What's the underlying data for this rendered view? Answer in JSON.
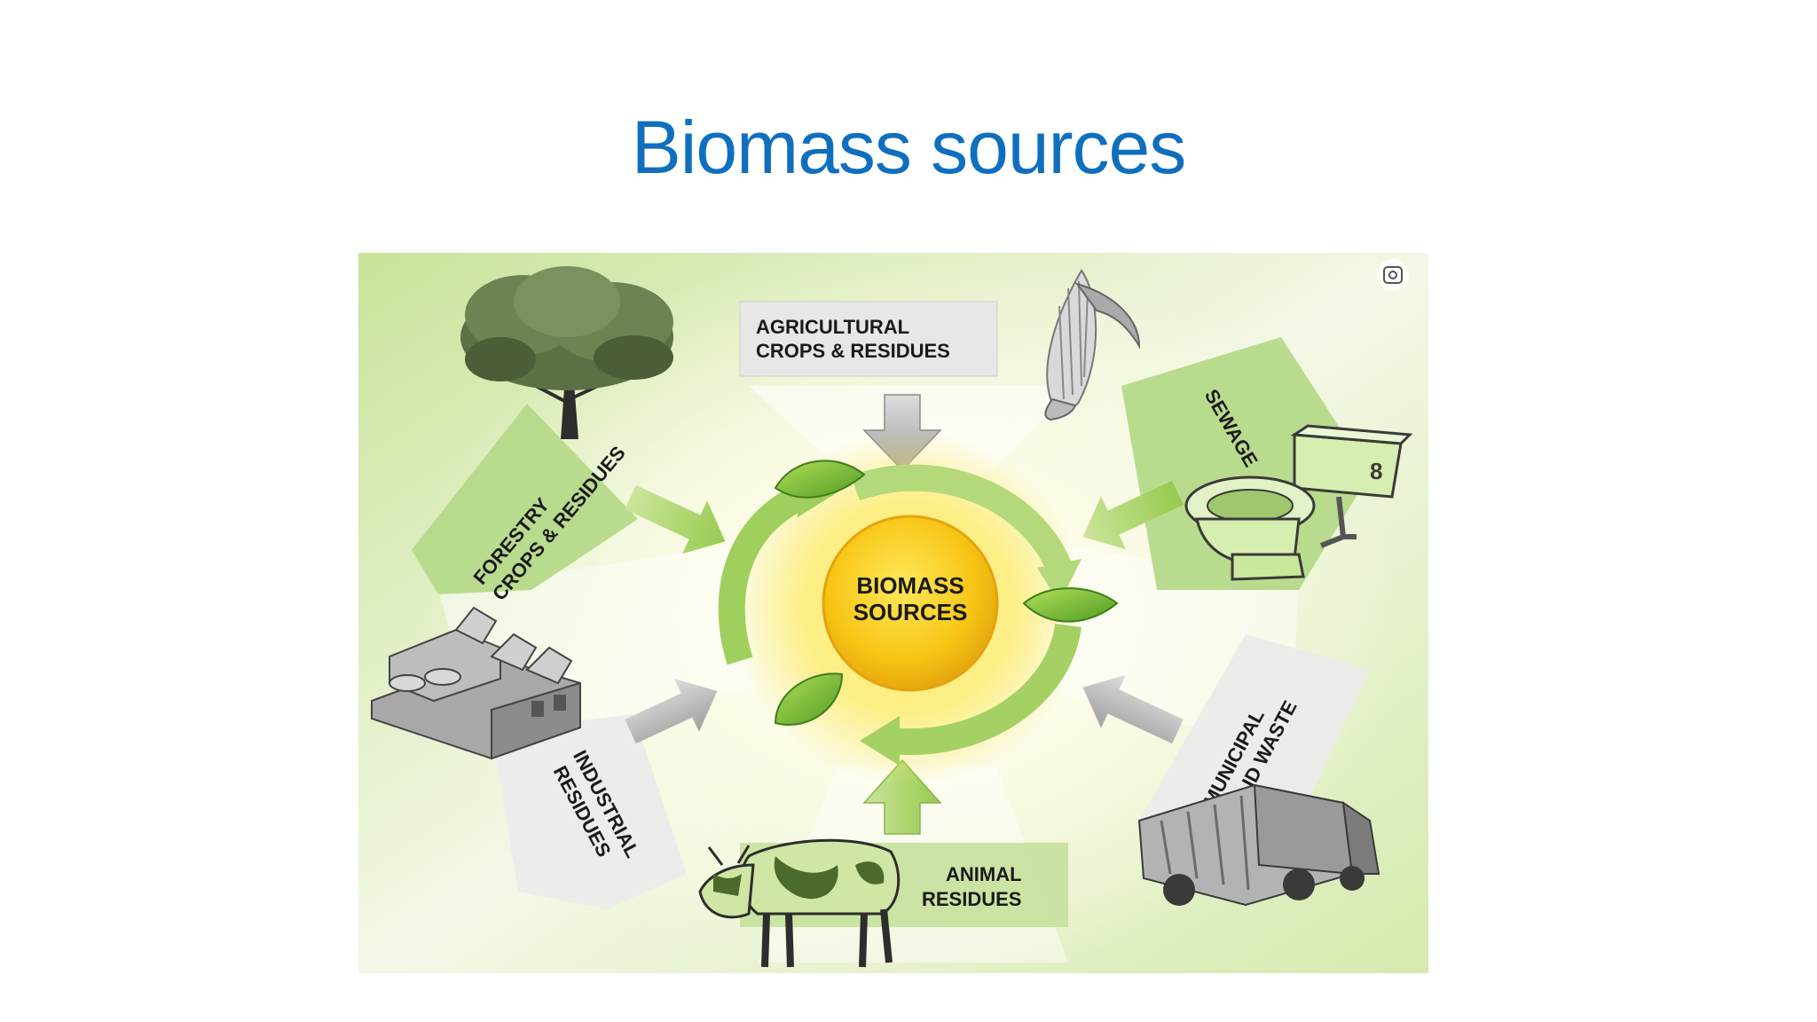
{
  "slide": {
    "title": "Biomass sources"
  },
  "diagram": {
    "center": {
      "line1": "BIOMASS",
      "line2": "SOURCES"
    },
    "sources": {
      "agricultural": {
        "line1": "AGRICULTURAL",
        "line2": "CROPS & RESIDUES",
        "icon": "corn-icon"
      },
      "forestry": {
        "line1": "FORESTRY",
        "line2": "CROPS & RESIDUES",
        "icon": "tree-icon"
      },
      "sewage": {
        "line1": "SEWAGE",
        "icon": "toilet-icon"
      },
      "industrial": {
        "line1": "INDUSTRIAL",
        "line2": "RESIDUES",
        "icon": "factory-icon"
      },
      "municipal": {
        "line1": "MUNICIPAL",
        "line2": "SOLID WASTE",
        "icon": "garbage-truck-icon"
      },
      "animal": {
        "line1": "ANIMAL",
        "line2": "RESIDUES",
        "icon": "cow-icon"
      }
    },
    "colors": {
      "accent_green": "#8cc63f",
      "sun_yellow": "#f6c817",
      "title_blue": "#0f6fbe"
    }
  }
}
